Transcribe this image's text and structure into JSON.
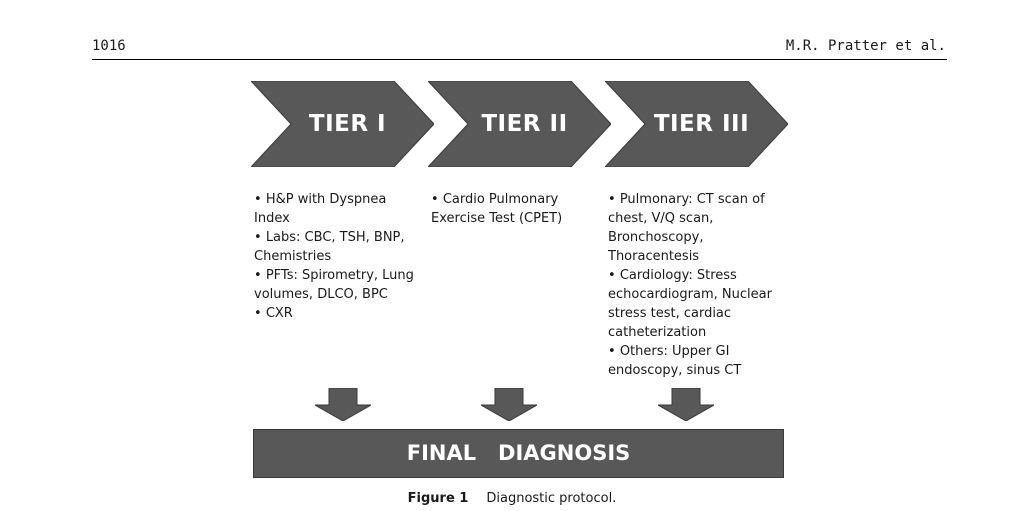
{
  "header": {
    "page_number": "1016",
    "running_head": "M.R. Pratter et al."
  },
  "figure": {
    "tiers": [
      {
        "title": "TIER I",
        "items": [
          "H&P with Dyspnea Index",
          "Labs: CBC, TSH, BNP, Chemistries",
          "PFTs: Spirometry, Lung volumes, DLCO, BPC",
          "CXR"
        ]
      },
      {
        "title": "TIER II",
        "items": [
          "Cardio Pulmonary Exercise Test (CPET)"
        ]
      },
      {
        "title": "TIER III",
        "items": [
          "Pulmonary: CT scan of chest, V/Q scan, Bronchoscopy, Thoracentesis",
          "Cardiology: Stress echocardiogram, Nuclear stress test, cardiac catheterization",
          "Others: Upper GI endoscopy, sinus CT"
        ]
      }
    ],
    "final_label": "FINAL   DIAGNOSIS",
    "shape_fill": "#585858",
    "shape_stroke": "#3a3a3a"
  },
  "caption": {
    "number": "Figure 1",
    "text": "Diagnostic protocol."
  }
}
